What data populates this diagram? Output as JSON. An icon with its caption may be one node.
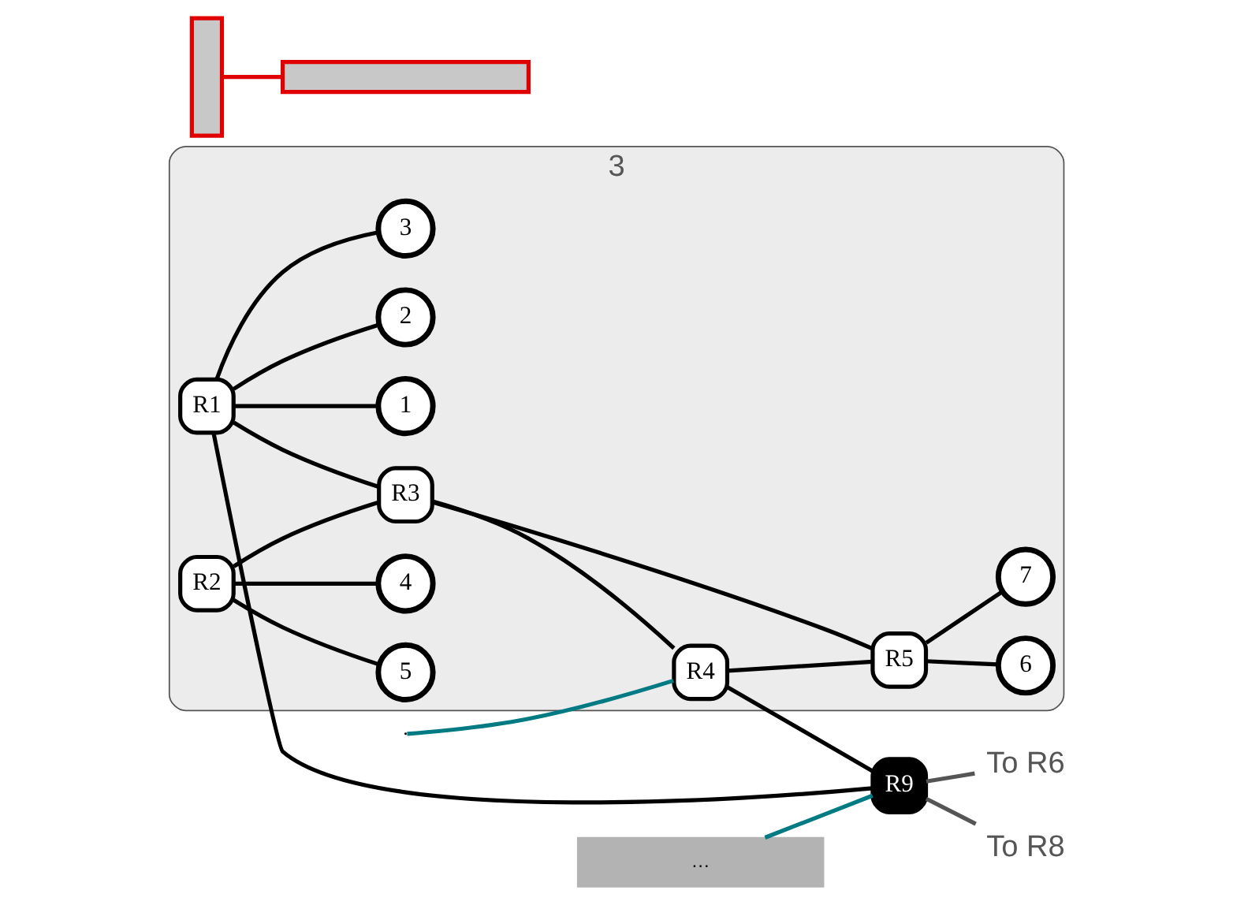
{
  "diagram": {
    "nodes": [
      {
        "text": [
          "3"
        ]
      },
      {
        "text": [
          "R1"
        ],
        "in": 0
      },
      {
        "text": [
          "R2"
        ],
        "in": 0
      },
      {
        "text": [
          "R3"
        ],
        "in": 0
      },
      {
        "text": [
          "R4"
        ],
        "in": 0
      },
      {
        "text": [
          "R5"
        ],
        "in": 0
      },
      {
        "text": [
          "1"
        ],
        "in": 0
      },
      {
        "text": [
          "2"
        ],
        "in": 0
      },
      {
        "text": [
          "3"
        ],
        "in": 0
      },
      {
        "text": [
          "4"
        ],
        "in": 0
      },
      {
        "text": [
          "5"
        ],
        "in": 0
      },
      {
        "text": [
          "6"
        ],
        "in": 0
      },
      {
        "text": [
          "7"
        ],
        "in": 0
      },
      {
        "text": [
          "R9"
        ]
      },
      {
        "text": [
          "To R6"
        ]
      },
      {
        "text": [
          "To R8"
        ]
      },
      {
        "text": [],
        "shape": "box"
      },
      {
        "text": [
          "…"
        ]
      },
      {
        "text": [],
        "shape": "box"
      }
    ],
    "edges": [
      {
        "from": 1,
        "to": 6,
        "arrow": "none"
      },
      {
        "from": 1,
        "to": 7,
        "arrow": "none"
      },
      {
        "from": 1,
        "to": 8,
        "arrow": "none"
      },
      {
        "from": 1,
        "to": 3,
        "arrow": "none"
      },
      {
        "from": 1,
        "to": 13,
        "arrow": "none"
      },
      {
        "from": 2,
        "to": 9,
        "arrow": "none"
      },
      {
        "from": 2,
        "to": 10,
        "arrow": "none"
      },
      {
        "from": 2,
        "to": 3,
        "arrow": "none"
      },
      {
        "from": 3,
        "to": 4,
        "arrow": "none"
      },
      {
        "from": 3,
        "to": 5,
        "arrow": "none"
      },
      {
        "from": 4,
        "to": 13,
        "arrow": "none"
      },
      {
        "from": 4,
        "to": 5,
        "arrow": "none"
      },
      {
        "from": 5,
        "to": 11,
        "arrow": "none"
      },
      {
        "from": 5,
        "to": 12,
        "arrow": "none"
      },
      {
        "from": 13,
        "to": 14,
        "arrow": "none",
        "color": "#555555"
      },
      {
        "from": 13,
        "to": 15,
        "arrow": "none",
        "color": "#555555"
      },
      {
        "from": null,
        "to": 4,
        "arrow": "none",
        "color": "#007b83"
      },
      {
        "from": 17,
        "to": 13,
        "arrow": "none",
        "color": "#007b83"
      },
      {
        "from": 16,
        "to": 18,
        "arrow": "none",
        "color": "#e00000"
      }
    ]
  }
}
